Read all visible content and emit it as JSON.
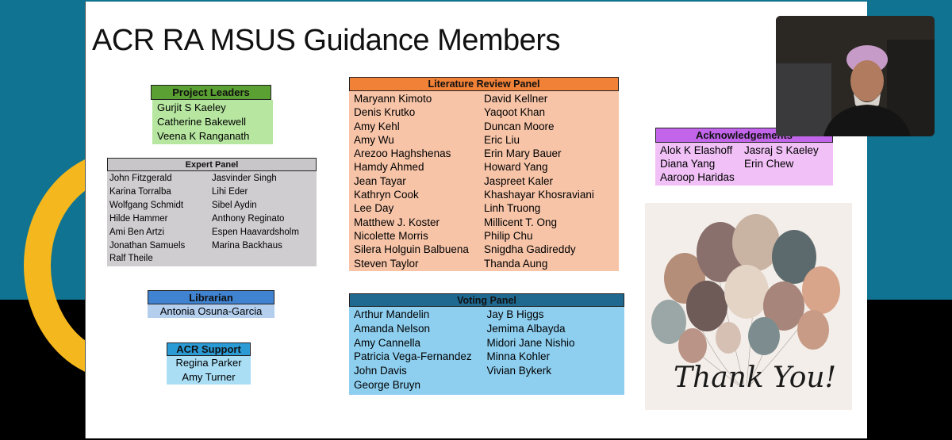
{
  "title": "ACR RA MSUS Guidance Members",
  "project_leaders": {
    "header": "Project Leaders",
    "names": [
      "Gurjit S Kaeley",
      "Catherine Bakewell",
      "Veena K Ranganath"
    ]
  },
  "expert_panel": {
    "header": "Expert Panel",
    "rows": [
      [
        "John Fitzgerald",
        "Jasvinder Singh"
      ],
      [
        "Karina Torralba",
        "Lihi Eder"
      ],
      [
        "Wolfgang Schmidt",
        "Sibel Aydin"
      ],
      [
        "Hilde Hammer",
        "Anthony Reginato"
      ],
      [
        "Ami Ben Artzi",
        "Espen Haavardsholm"
      ],
      [
        "Jonathan Samuels",
        "Marina Backhaus"
      ],
      [
        "Ralf Theile",
        ""
      ]
    ]
  },
  "librarian": {
    "header": "Librarian",
    "names": [
      "Antonia Osuna-Garcia"
    ]
  },
  "acr_support": {
    "header": "ACR Support",
    "names": [
      "Regina Parker",
      "Amy Turner"
    ]
  },
  "literature_review": {
    "header": "Literature Review Panel",
    "rows": [
      [
        "Maryann Kimoto",
        "David Kellner"
      ],
      [
        "Denis Krutko",
        "Yaqoot Khan"
      ],
      [
        "Amy Kehl",
        "Duncan Moore"
      ],
      [
        "Amy Wu",
        "Eric Liu"
      ],
      [
        "Arezoo Haghshenas",
        "Erin Mary Bauer"
      ],
      [
        "Hamdy Ahmed",
        "Howard Yang"
      ],
      [
        "Jean Tayar",
        "Jaspreet Kaler"
      ],
      [
        "Kathryn Cook",
        "Khashayar Khosraviani"
      ],
      [
        "Lee Day",
        "Linh Truong"
      ],
      [
        "Matthew J. Koster",
        "Millicent T. Ong"
      ],
      [
        "Nicolette Morris",
        "Philip Chu"
      ],
      [
        "Silera Holguin Balbuena",
        "Snigdha Gadireddy"
      ],
      [
        "Steven Taylor",
        "Thanda Aung"
      ]
    ]
  },
  "voting_panel": {
    "header": "Voting Panel",
    "rows": [
      [
        "Arthur Mandelin",
        "Jay B Higgs"
      ],
      [
        "Amanda Nelson",
        "Jemima Albayda"
      ],
      [
        "Amy Cannella",
        "Midori Jane Nishio"
      ],
      [
        "Patricia Vega-Fernandez",
        "Minna Kohler"
      ],
      [
        "John Davis",
        "Vivian Bykerk"
      ],
      [
        "George Bruyn",
        ""
      ]
    ]
  },
  "acknowledgements": {
    "header": "Acknowledgements",
    "rows": [
      [
        "Alok K Elashoff",
        "Jasraj S Kaeley"
      ],
      [
        "Diana Yang",
        "Erin Chew"
      ],
      [
        "Aaroop Haridas",
        ""
      ]
    ]
  },
  "thank_you": "Thank You!",
  "colors": {
    "project_leaders": "#b6e6a0",
    "project_leaders_hdr": "#5aa032",
    "expert": "#cfcdcf",
    "expert_hdr": "#c8c6c8",
    "librarian": "#b4cfee",
    "librarian_hdr": "#3f83d1",
    "acr_support": "#a9def5",
    "acr_support_hdr": "#2b9bd6",
    "literature": "#f7c4a8",
    "literature_hdr": "#f08137",
    "voting": "#8ecff0",
    "voting_hdr": "#1f6890",
    "ack": "#f0c0f6",
    "ack_hdr": "#c265ea"
  }
}
